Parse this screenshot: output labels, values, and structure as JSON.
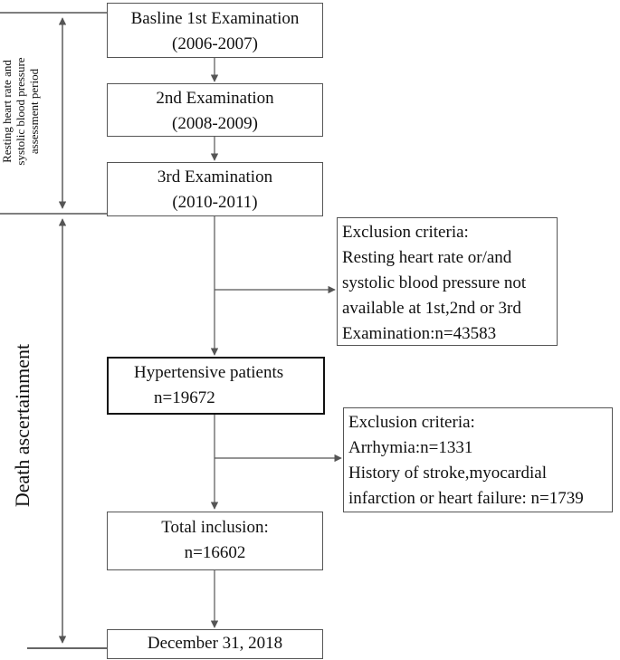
{
  "side_labels": {
    "assessment_period": [
      "Resting heart rate  and",
      "systolic blood pressure",
      "assessment period"
    ],
    "death_ascertainment": "Death ascertainment"
  },
  "boxes": {
    "exam1": [
      "Basline 1st Examination",
      "(2006-2007)"
    ],
    "exam2": [
      "2nd Examination",
      "(2008-2009)"
    ],
    "exam3": [
      "3rd Examination",
      "(2010-2011)"
    ],
    "exclusion1": [
      "Exclusion criteria:",
      "Resting heart rate or/and",
      "systolic blood pressure not",
      "available at 1st,2nd or 3rd",
      "Examination:n=43583"
    ],
    "hypertensive": [
      "Hypertensive patients",
      "n=19672"
    ],
    "exclusion2": [
      "Exclusion criteria:",
      "Arrhymia:n=1331",
      "History of stroke,myocardial",
      "infarction or heart failure:  n=1739"
    ],
    "total": [
      "Total inclusion:",
      "n=16602"
    ],
    "end": [
      "December 31, 2018"
    ]
  }
}
